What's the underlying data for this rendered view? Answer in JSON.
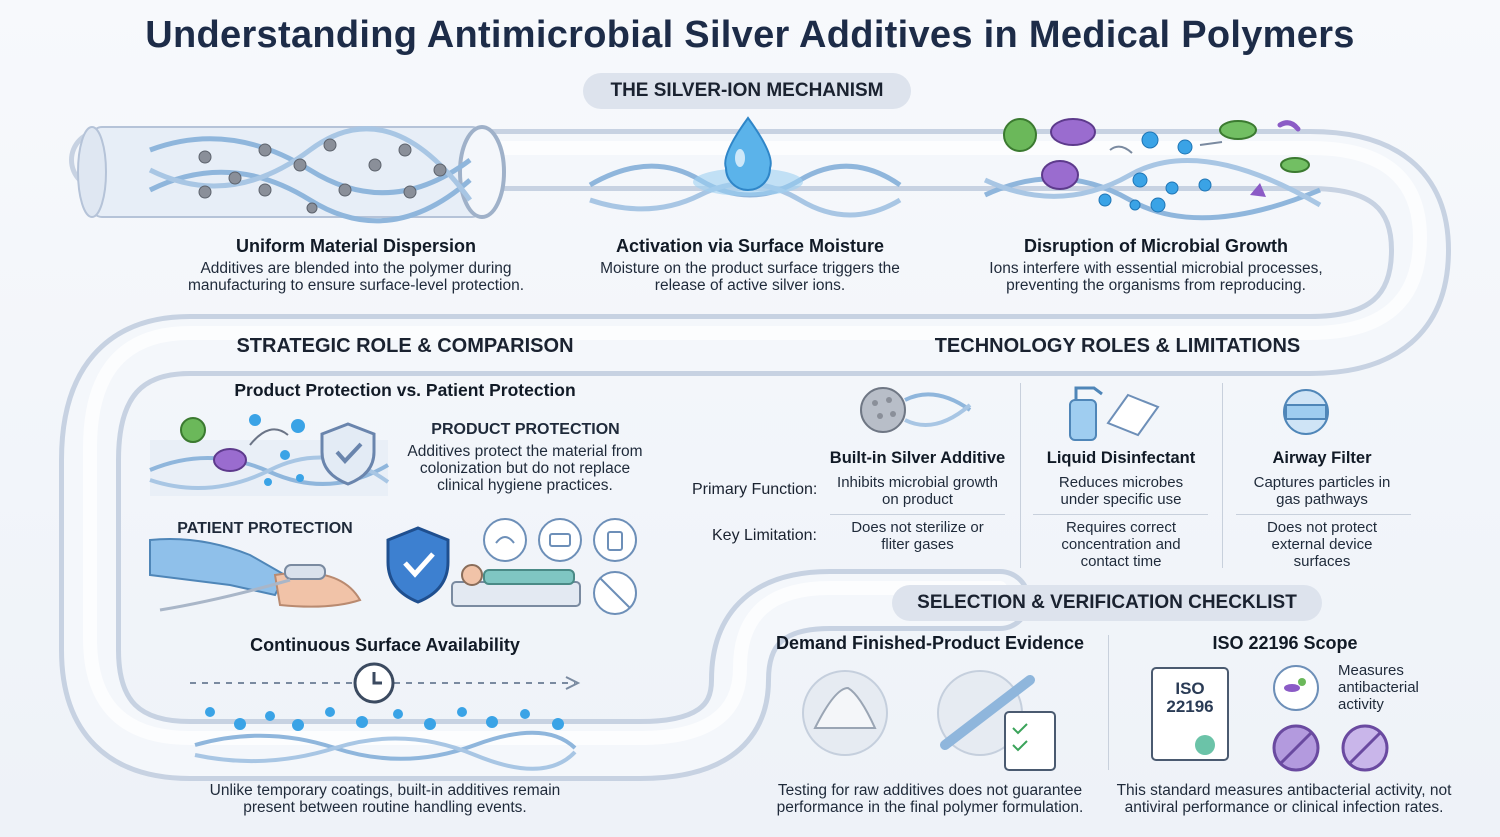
{
  "title": "Understanding Antimicrobial Silver Additives in Medical Polymers",
  "mechanism": {
    "heading": "THE SILVER-ION MECHANISM",
    "steps": [
      {
        "title": "Uniform Material Dispersion",
        "text": "Additives are blended into the polymer during manufacturing to ensure surface-level protection."
      },
      {
        "title": "Activation via Surface Moisture",
        "text": "Moisture on the product surface triggers the release of active silver ions."
      },
      {
        "title": "Disruption of Microbial Growth",
        "text": "Ions interfere with essential microbial processes, preventing the organisms from reproducing."
      }
    ]
  },
  "strategic": {
    "heading": "STRATEGIC ROLE & COMPARISON",
    "subtitle": "Product Protection vs. Patient Protection",
    "product_label": "PRODUCT PROTECTION",
    "product_text": "Additives protect the material from colonization but do not replace clinical hygiene practices.",
    "patient_label": "PATIENT PROTECTION",
    "continuous_title": "Continuous Surface Availability",
    "continuous_text": "Unlike temporary coatings, built-in additives remain present between routine handling events."
  },
  "roles": {
    "heading": "TECHNOLOGY ROLES & LIMITATIONS",
    "row_labels": [
      "Primary Function:",
      "Key Limitation:"
    ],
    "columns": [
      {
        "name": "Built-in Silver Additive",
        "function": "Inhibits microbial growth on product",
        "limitation": "Does not sterilize or fliter gases"
      },
      {
        "name": "Liquid Disinfectant",
        "function": "Reduces microbes under specific use",
        "limitation": "Requires correct concentration and contact time"
      },
      {
        "name": "Airway Filter",
        "function": "Captures particles in gas pathways",
        "limitation": "Does not protect external device surfaces"
      }
    ]
  },
  "checklist": {
    "heading": "SELECTION & VERIFICATION CHECKLIST",
    "evidence_title": "Demand Finished-Product Evidence",
    "evidence_text": "Testing for raw additives does not guarantee performance in the final polymer formulation.",
    "iso_title": "ISO 22196 Scope",
    "iso_doc_line1": "ISO",
    "iso_doc_line2": "22196",
    "iso_measures": "Measures antibacterial activity",
    "iso_text": "This standard measures antibacterial activity, not antiviral performance or clinical infection rates."
  },
  "colors": {
    "tube": "#dfe6f1",
    "strand": "#8fb6dc",
    "ion": "#2f9be0",
    "shield": "#2f6fc4",
    "microbe_green": "#5aa84a",
    "microbe_purple": "#8b5bc6"
  }
}
